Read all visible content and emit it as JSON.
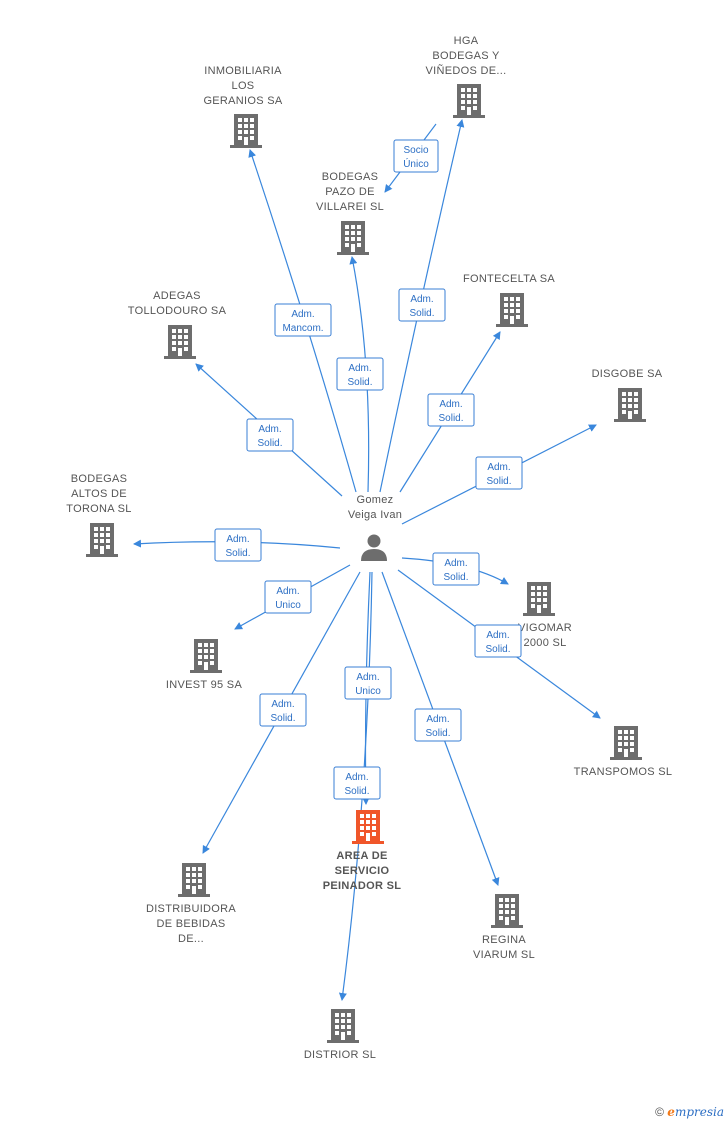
{
  "colors": {
    "edge": "#3a87dc",
    "building": "#6d6d6d",
    "highlight": "#f0562a",
    "person": "#6d6d6d"
  },
  "center": {
    "label": [
      "Gomez",
      "Veiga Ivan"
    ],
    "icon": "person-icon"
  },
  "nodes": [
    {
      "id": "inmobiliaria",
      "label": [
        "INMOBILIARIA",
        "LOS",
        "GERANIOS SA"
      ]
    },
    {
      "id": "hga",
      "label": [
        "HGA",
        "BODEGAS Y",
        "VIÑEDOS DE..."
      ]
    },
    {
      "id": "pazo",
      "label": [
        "BODEGAS",
        "PAZO DE",
        "VILLAREI SL"
      ]
    },
    {
      "id": "fontecelta",
      "label": [
        "FONTECELTA SA"
      ]
    },
    {
      "id": "adegas",
      "label": [
        "ADEGAS",
        "TOLLODOURO SA"
      ]
    },
    {
      "id": "disgobe",
      "label": [
        "DISGOBE SA"
      ]
    },
    {
      "id": "altos",
      "label": [
        "BODEGAS",
        "ALTOS DE",
        "TORONA  SL"
      ]
    },
    {
      "id": "vigomar",
      "label": [
        "VIGOMAR",
        "2000 SL"
      ]
    },
    {
      "id": "invest",
      "label": [
        "INVEST 95 SA"
      ]
    },
    {
      "id": "transpomos",
      "label": [
        "TRANSPOMOS SL"
      ]
    },
    {
      "id": "area",
      "label": [
        "AREA DE",
        "SERVICIO",
        "PEINADOR  SL"
      ],
      "highlight": true
    },
    {
      "id": "distribuidora",
      "label": [
        "DISTRIBUIDORA",
        "DE BEBIDAS",
        "DE..."
      ]
    },
    {
      "id": "regina",
      "label": [
        "REGINA",
        "VIARUM SL"
      ]
    },
    {
      "id": "distrior",
      "label": [
        "DISTRIOR  SL"
      ]
    }
  ],
  "relations": [
    {
      "to": "inmobiliaria",
      "label": [
        "Adm.",
        "Mancom."
      ]
    },
    {
      "to": "hga",
      "label": [
        "Adm.",
        "Solid."
      ]
    },
    {
      "to": "pazo",
      "label": [
        "Adm.",
        "Solid."
      ]
    },
    {
      "to": "fontecelta",
      "label": [
        "Adm.",
        "Solid."
      ]
    },
    {
      "to": "adegas",
      "label": [
        "Adm.",
        "Solid."
      ]
    },
    {
      "to": "disgobe",
      "label": [
        "Adm.",
        "Solid."
      ]
    },
    {
      "to": "altos",
      "label": [
        "Adm.",
        "Solid."
      ]
    },
    {
      "to": "vigomar",
      "label": [
        "Adm.",
        "Solid."
      ]
    },
    {
      "to": "invest",
      "label": [
        "Adm.",
        "Unico"
      ]
    },
    {
      "to": "transpomos",
      "label": [
        "Adm.",
        "Solid."
      ]
    },
    {
      "to": "distrior",
      "label": [
        "Adm.",
        "Unico"
      ]
    },
    {
      "to": "distribuidora",
      "label": [
        "Adm.",
        "Solid."
      ]
    },
    {
      "to": "regina",
      "label": [
        "Adm.",
        "Solid."
      ]
    },
    {
      "to": "area",
      "label": [
        "Adm.",
        "Solid."
      ]
    },
    {
      "from": "hga",
      "to": "pazo",
      "label": [
        "Socio",
        "Único"
      ]
    }
  ],
  "footer": {
    "copyright": "©",
    "brand_initial": "e",
    "brand_rest": "mpresia"
  }
}
